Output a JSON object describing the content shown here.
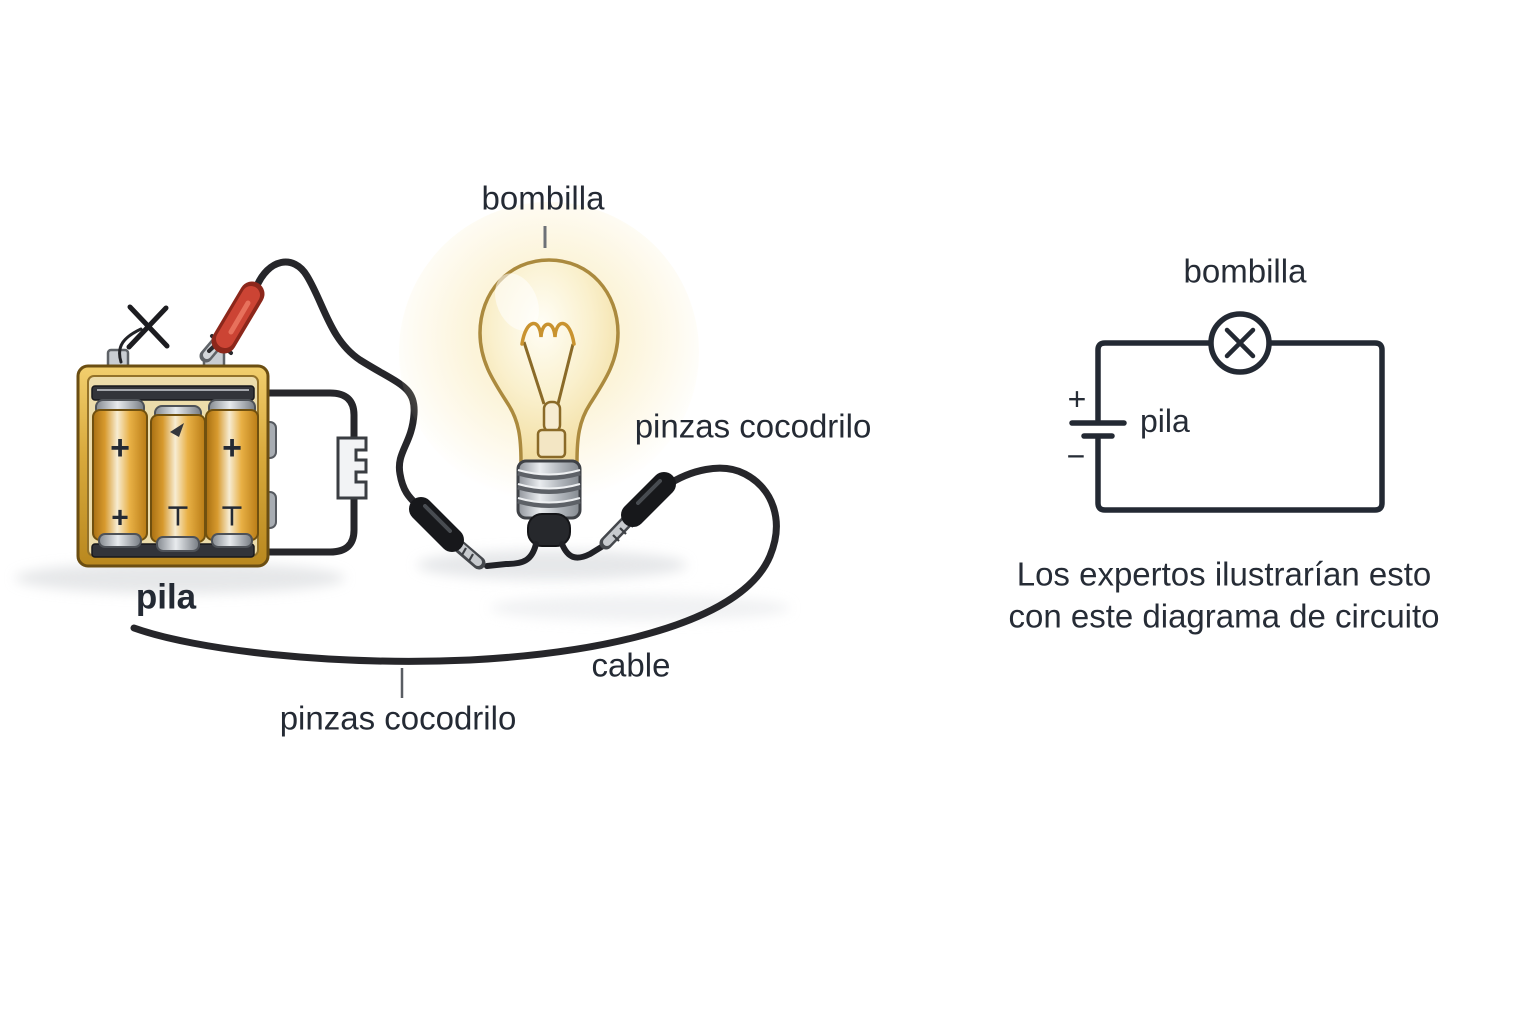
{
  "illustration": {
    "bombilla_label": "bombilla",
    "pinzas_cocodrilo_right_label": "pinzas cocodrilo",
    "pila_label": "pila",
    "cable_label": "cable",
    "pinzas_cocodrilo_bottom_label": "pinzas cocodrilo",
    "battery_cells": [
      {
        "top_mark": "+",
        "bottom_mark": "+"
      },
      {
        "top_mark": "",
        "bottom_mark": "⊤"
      },
      {
        "top_mark": "+",
        "bottom_mark": "⊤"
      }
    ]
  },
  "schematic": {
    "bombilla_label": "bombilla",
    "pila_label": "pila",
    "battery_plus": "+",
    "battery_minus": "−",
    "caption_line1": "Los expertos ilustrarían esto",
    "caption_line2": "con este diagrama de circuito"
  },
  "colors": {
    "background": "#ffffff",
    "text": "#242a34",
    "wire_black": "#26262a",
    "schematic_stroke": "#232933",
    "battery_case_gold": "#d8a93c",
    "battery_cell_orange": "#e2a237",
    "clip_red": "#cc4434",
    "bulb_glass_warm": "#f5e3ab",
    "bulb_glow": "#fdf3cf",
    "metal_silver": "#c3c7cc"
  }
}
